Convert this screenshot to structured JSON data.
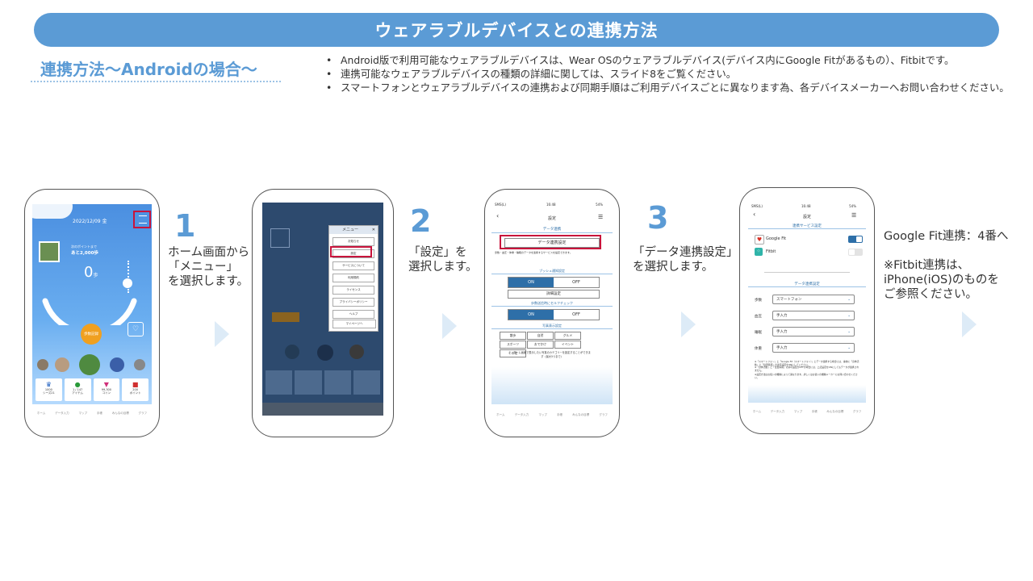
{
  "header": {
    "title": "ウェアラブルデバイスとの連携方法"
  },
  "section": {
    "heading": "連携方法～Androidの場合～"
  },
  "bullets": [
    "Android版で利用可能なウェアラブルデバイスは、Wear OSのウェアラブルデバイス(デバイス内にGoogle Fitがあるもの）、Fitbitです。",
    "連携可能なウェアラブルデバイスの種類の詳細に関しては、スライド8をご覧ください。",
    "スマートフォンとウェアラブルデバイスの連携および同期手順はご利用デバイスごとに異なります為、各デバイスメーカーへお問い合わせください。"
  ],
  "steps": [
    {
      "number": "1",
      "lines": [
        "ホーム画面から",
        "「メニュー」",
        "を選択します。"
      ]
    },
    {
      "number": "2",
      "lines": [
        "「設定」を",
        "選択します。"
      ]
    },
    {
      "number": "3",
      "lines": [
        "「データ連携設定」",
        "を選択します。"
      ]
    }
  ],
  "final_note": {
    "lines": [
      "Google Fit連携：4番へ",
      "",
      "※Fitbit連携は、",
      "iPhone(iOS)のものを",
      "ご参照ください。"
    ]
  },
  "phone1": {
    "date": "2022/12/09 金",
    "steps_zero": "0",
    "steps_unit": "歩",
    "remaining_label": "次のポイントまで",
    "remaining_value": "あと2,000歩",
    "walk_badge": "歩数記録",
    "tiles": [
      "1000\nシーズ21",
      "1 / 147\nアイテム",
      "99,300\nコイン",
      "200\nポイント"
    ],
    "nav": [
      "ホーム",
      "データ入力",
      "マップ",
      "手帳",
      "みんなの目標",
      "グラフ"
    ]
  },
  "phone2": {
    "menu_title": "メニュー",
    "menu_close": "✕",
    "menu_items": [
      "お知らせ",
      "設定",
      "サービスについて",
      "利用規約",
      "ライセンス",
      "プライバシーポリシー",
      "ヘルプ"
    ],
    "menu_bottom": "マイページへ"
  },
  "phone3": {
    "status_left": "SMS(L)",
    "status_time": "16:48",
    "status_right": "54%",
    "screen_title": "設定",
    "section_title": "データ連携",
    "data_link_button": "データ連携設定",
    "data_link_desc": "歩数・血圧・体重・睡眠のデータを連携するサービスを設定できます。",
    "push_title": "プッシュ通知設定",
    "on_label": "ON",
    "off_label": "OFF",
    "detail_button": "詳細設定",
    "auto_check_title": "歩数送信時にセルフチェック",
    "photo_title": "写真表示設定",
    "photo_options": [
      "散歩",
      "自然",
      "グルメ",
      "スポーツ",
      "おでかけ",
      "イベント",
      "その他"
    ],
    "photo_note": "ホーム画面で表示したい写真のカテゴリーを設定することができます（最大5つまで）",
    "nav": [
      "ホーム",
      "データ入力",
      "マップ",
      "手帳",
      "みんなの目標",
      "グラフ"
    ]
  },
  "phone4": {
    "status_left": "SMS(L)",
    "status_time": "16:48",
    "status_right": "54%",
    "screen_title": "設定",
    "service_title": "連携サービス設定",
    "service_google": "Google Fit",
    "service_fitbit": "Fitbit",
    "data_title": "データ連携設定",
    "rows": [
      {
        "label": "歩数",
        "value": "スマートフォン"
      },
      {
        "label": "血圧",
        "value": "手入力"
      },
      {
        "label": "睡眠",
        "value": "手入力"
      },
      {
        "label": "体重",
        "value": "手入力"
      }
    ],
    "note1": "※「スマートフォン」と「Google Fit（スマートフォン）」とデータ連携する場合には、事前に「身体活動」と「位置情報」の許可設定をONにしてください。",
    "note2": "※「身体活動」と「位置情報」の許可設定がOFFの場合には、上記設定をONにしてもデータが連携されません。",
    "note3": "※設定方法はお使いの機種によって異なります。詳しくはお使いの機種メーカーにお問い合わせください。",
    "nav": [
      "ホーム",
      "データ入力",
      "マップ",
      "手帳",
      "みんなの目標",
      "グラフ"
    ]
  },
  "colors": {
    "accent": "#5b9bd5",
    "highlight": "#c8143c",
    "toggle_on": "#2e6fa8",
    "arrow": "#ddebf7"
  }
}
